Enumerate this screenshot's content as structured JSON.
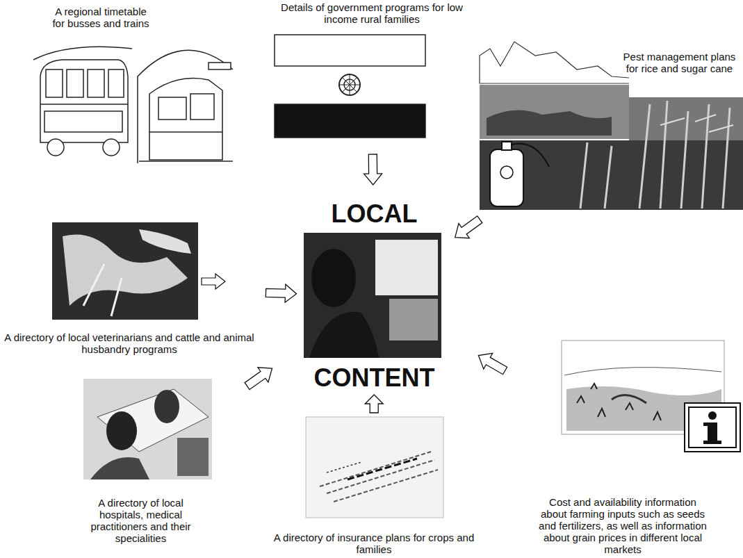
{
  "diagram": {
    "nodes": [
      {
        "text": [
          "A regional timetable for busses and trains"
        ]
      },
      {
        "text": [
          "Details of government programs for low income rural families"
        ]
      },
      {
        "text": [
          "Pest management plans for rice and sugar cane"
        ]
      },
      {
        "text": [
          "LOCAL",
          "CONTENT"
        ]
      },
      {
        "text": [
          "A directory of local veterinarians and cattle and animal husbandry programs"
        ]
      },
      {
        "text": [
          "Cost and availability information about farming inputs such as seeds and fertilizers, as well as information about grain prices in different local markets"
        ]
      },
      {
        "text": [
          "A directory of local hospitals, medical practitioners and their specialities"
        ]
      },
      {
        "text": [
          "A directory of insurance plans for crops and families"
        ]
      }
    ],
    "edges": [
      {
        "from": 1,
        "to": 3,
        "arrow": "to"
      },
      {
        "from": 2,
        "to": 3,
        "arrow": "to"
      },
      {
        "from": 4,
        "to": 3,
        "arrow": "to"
      },
      {
        "from": 5,
        "to": 3,
        "arrow": "to"
      },
      {
        "from": 6,
        "to": 3,
        "arrow": "to"
      },
      {
        "from": 7,
        "to": 3,
        "arrow": "to"
      }
    ]
  }
}
